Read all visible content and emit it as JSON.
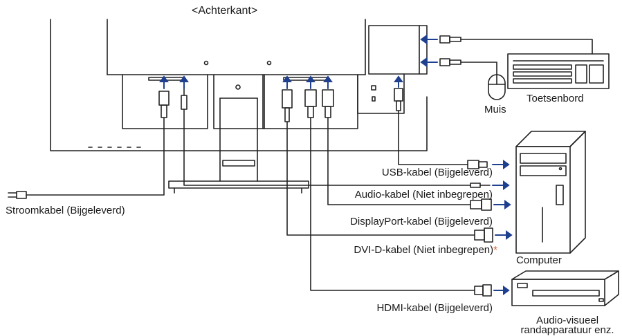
{
  "title": "<Achterkant>",
  "devices": {
    "keyboard": "Toetsenbord",
    "mouse": "Muis",
    "computer": "Computer",
    "av_line1": "Audio-visueel",
    "av_line2": "randapparatuur enz."
  },
  "cables": {
    "power": "Stroomkabel (Bijgeleverd)",
    "usb": "USB-kabel (Bijgeleverd)",
    "audio": "Audio-kabel (Niet inbegrepen)",
    "displayport": "DisplayPort-kabel (Bijgeleverd)",
    "dvi": "DVI-D-kabel (Niet inbegrepen)",
    "dvi_note_mark": "*",
    "hdmi": "HDMI-kabel (Bijgeleverd)"
  },
  "colors": {
    "line": "#222222",
    "arrow": "#1f3f8f",
    "note": "#e05a2a"
  }
}
